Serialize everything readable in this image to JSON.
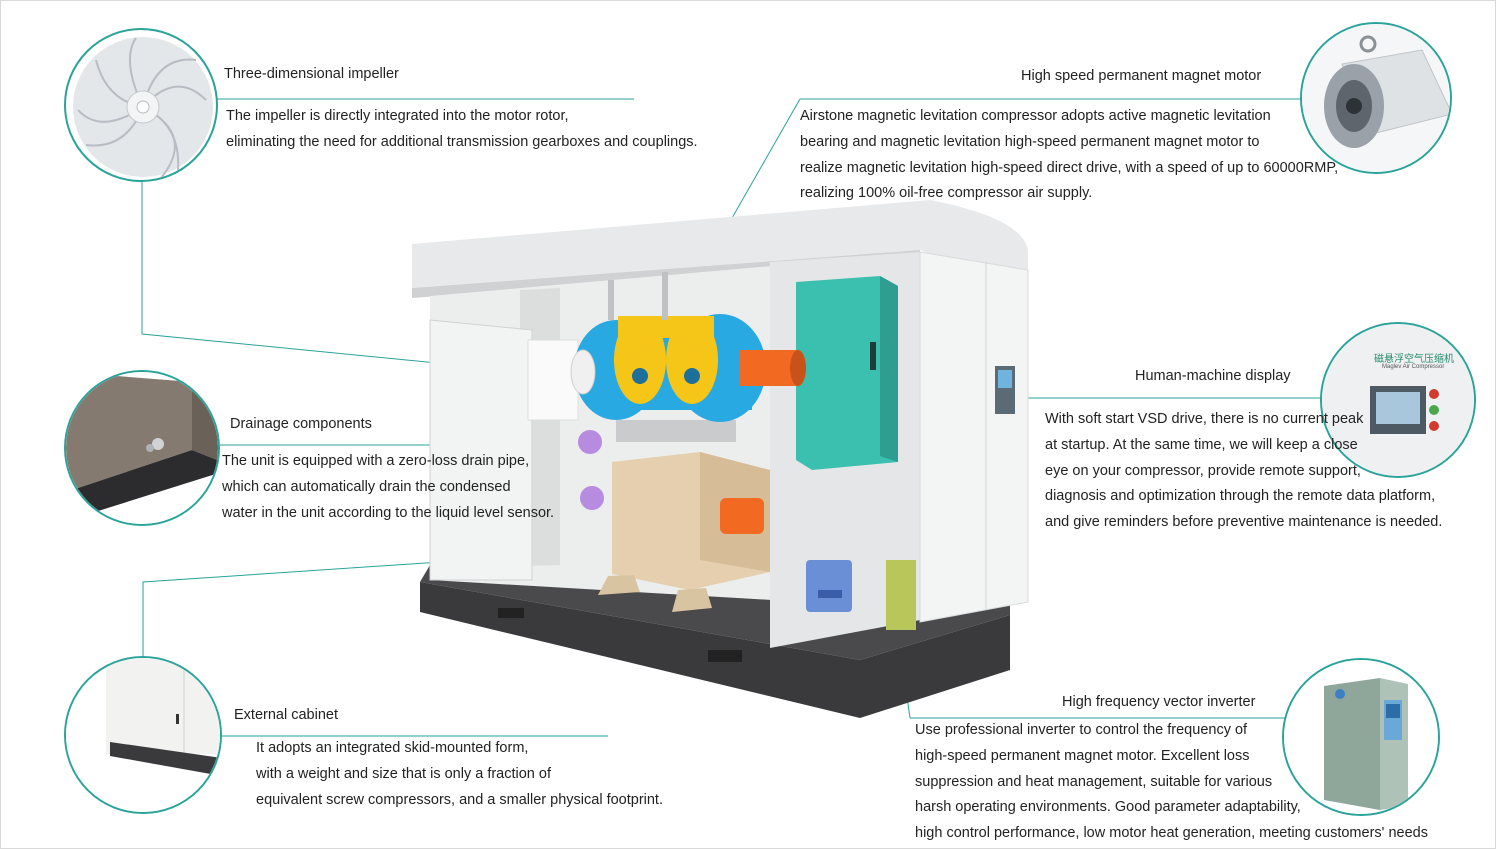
{
  "impeller": {
    "title": "Three-dimensional impeller",
    "lines": [
      "The impeller is directly integrated into the motor rotor,",
      "eliminating the need for additional transmission gearboxes and couplings."
    ]
  },
  "motor": {
    "title": "High speed permanent magnet motor",
    "lines": [
      "Airstone magnetic levitation compressor adopts active magnetic levitation",
      "bearing and magnetic levitation high-speed permanent magnet motor to",
      "realize magnetic levitation high-speed direct drive, with a speed of up to 60000RMP,",
      "realizing 100% oil-free compressor air supply."
    ]
  },
  "drainage": {
    "title": "Drainage components",
    "lines": [
      "The unit is equipped with a zero-loss drain pipe,",
      "which can automatically drain the condensed",
      "water in the unit according to the liquid level sensor."
    ]
  },
  "display": {
    "title": "Human-machine display",
    "lines": [
      "With soft start VSD drive, there is no current peak",
      "at startup. At the same time, we will keep a close",
      "eye on your compressor, provide remote support,",
      "diagnosis and optimization through the remote data platform,",
      "and give reminders before preventive maintenance is needed."
    ],
    "panel_label": "磁悬浮空气压缩机",
    "panel_sublabel": "Maglev Air Compressor"
  },
  "cabinet": {
    "title": "External cabinet",
    "lines": [
      "It adopts an integrated skid-mounted form,",
      "with a weight and size that is only a fraction of",
      "equivalent screw compressors, and a smaller physical footprint."
    ]
  },
  "inverter": {
    "title": "High frequency vector inverter",
    "lines": [
      "Use professional inverter to control the frequency of",
      "high-speed permanent magnet motor. Excellent loss",
      "suppression and heat management, suitable for various",
      "harsh operating environments. Good parameter adaptability,",
      "high control performance, low motor heat generation, meeting customers' needs"
    ]
  },
  "colors": {
    "accent_line": "#2aa39a",
    "motor_blue": "#29a9e1",
    "motor_yellow": "#f5c518",
    "pipe_orange": "#f26a21",
    "cabinet_teal": "#3bbfae",
    "base_dark": "#3a3a3c"
  }
}
